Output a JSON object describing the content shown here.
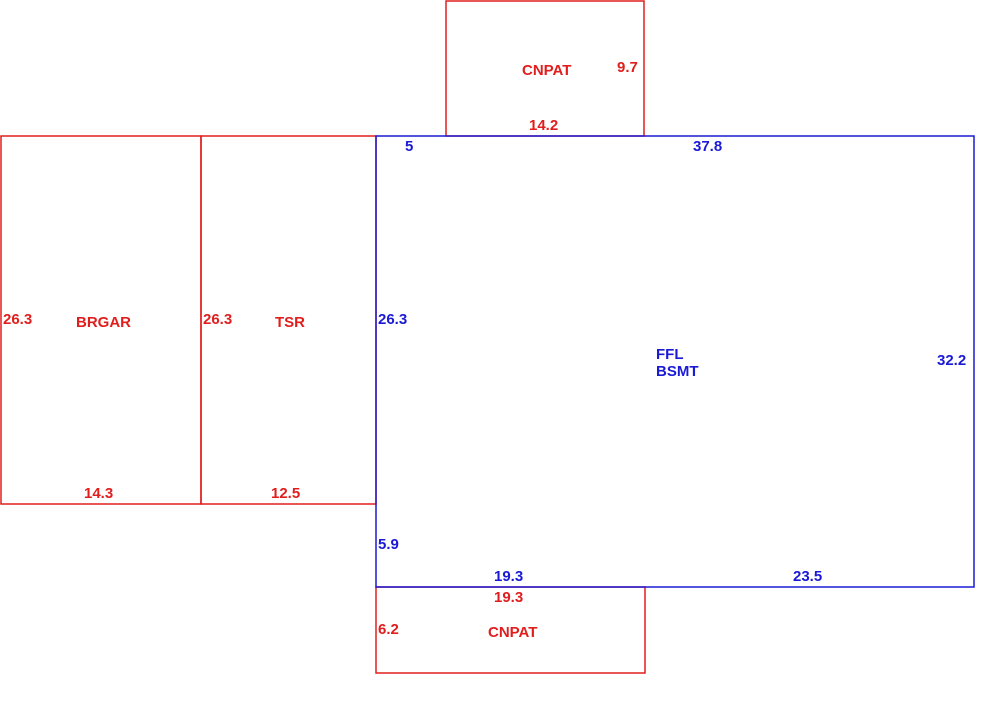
{
  "colors": {
    "addition": "#e01e1e",
    "main_structure": "#1a1ad6"
  },
  "areas": {
    "cnpat_top": {
      "name": "CNPAT",
      "dims": [
        "14.2",
        "9.7"
      ]
    },
    "brgar": {
      "name": "BRGAR",
      "dims": [
        "26.3",
        "14.3"
      ]
    },
    "tsr": {
      "name": "TSR",
      "dims": [
        "26.3",
        "12.5"
      ]
    },
    "main": {
      "name_line1": "FFL",
      "name_line2": "BSMT",
      "dims": [
        "5",
        "37.8",
        "26.3",
        "32.2",
        "5.9",
        "19.3",
        "23.5"
      ]
    },
    "cnpat_bottom": {
      "name": "CNPAT",
      "dims": [
        "19.3",
        "6.2"
      ]
    }
  }
}
